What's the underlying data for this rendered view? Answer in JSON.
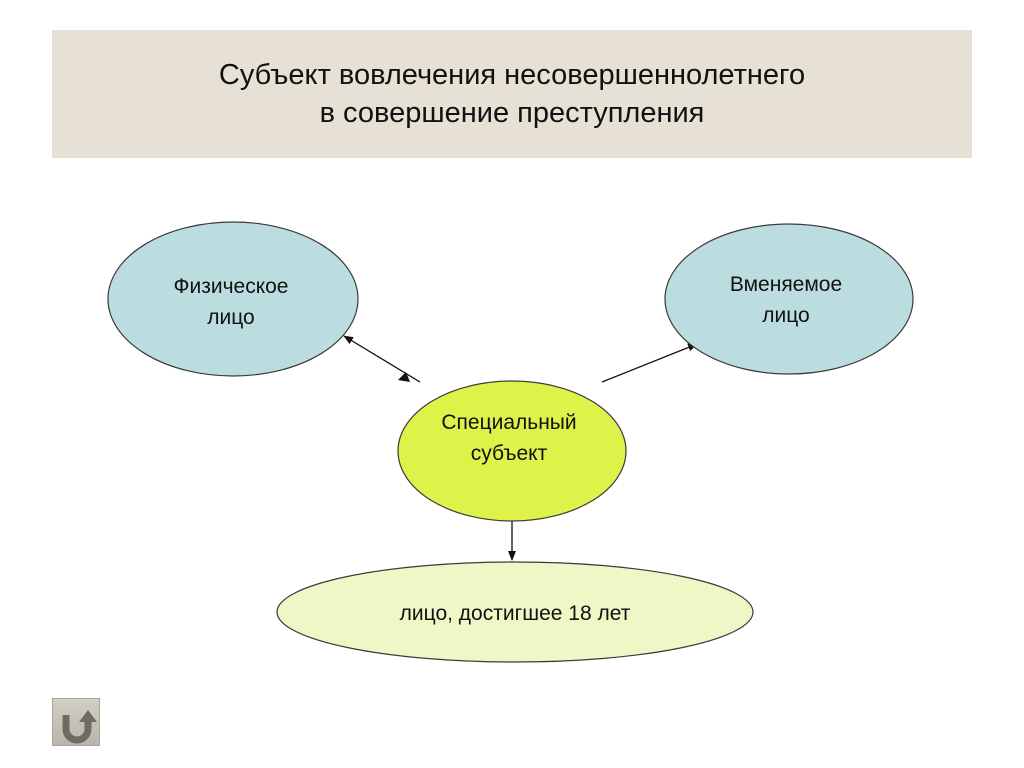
{
  "title": {
    "line1": "Субъект вовлечения несовершеннолетнего",
    "line2": "в совершение преступления"
  },
  "nodes": {
    "physical": {
      "line1": "Физическое",
      "line2": "лицо"
    },
    "sane": {
      "line1": "Вменяемое",
      "line2": "лицо"
    },
    "special": {
      "line1": "Специальный",
      "line2": "субъект"
    },
    "adult": {
      "line1": "лицо, достигшее 18 лет"
    }
  },
  "colors": {
    "title_bg": "#e6e1d4",
    "blue_node": "#bcdde0",
    "green_node": "#ddf34a",
    "pale_green_node": "#eef7c6"
  },
  "icons": {
    "back": "u-turn-arrow-icon"
  }
}
